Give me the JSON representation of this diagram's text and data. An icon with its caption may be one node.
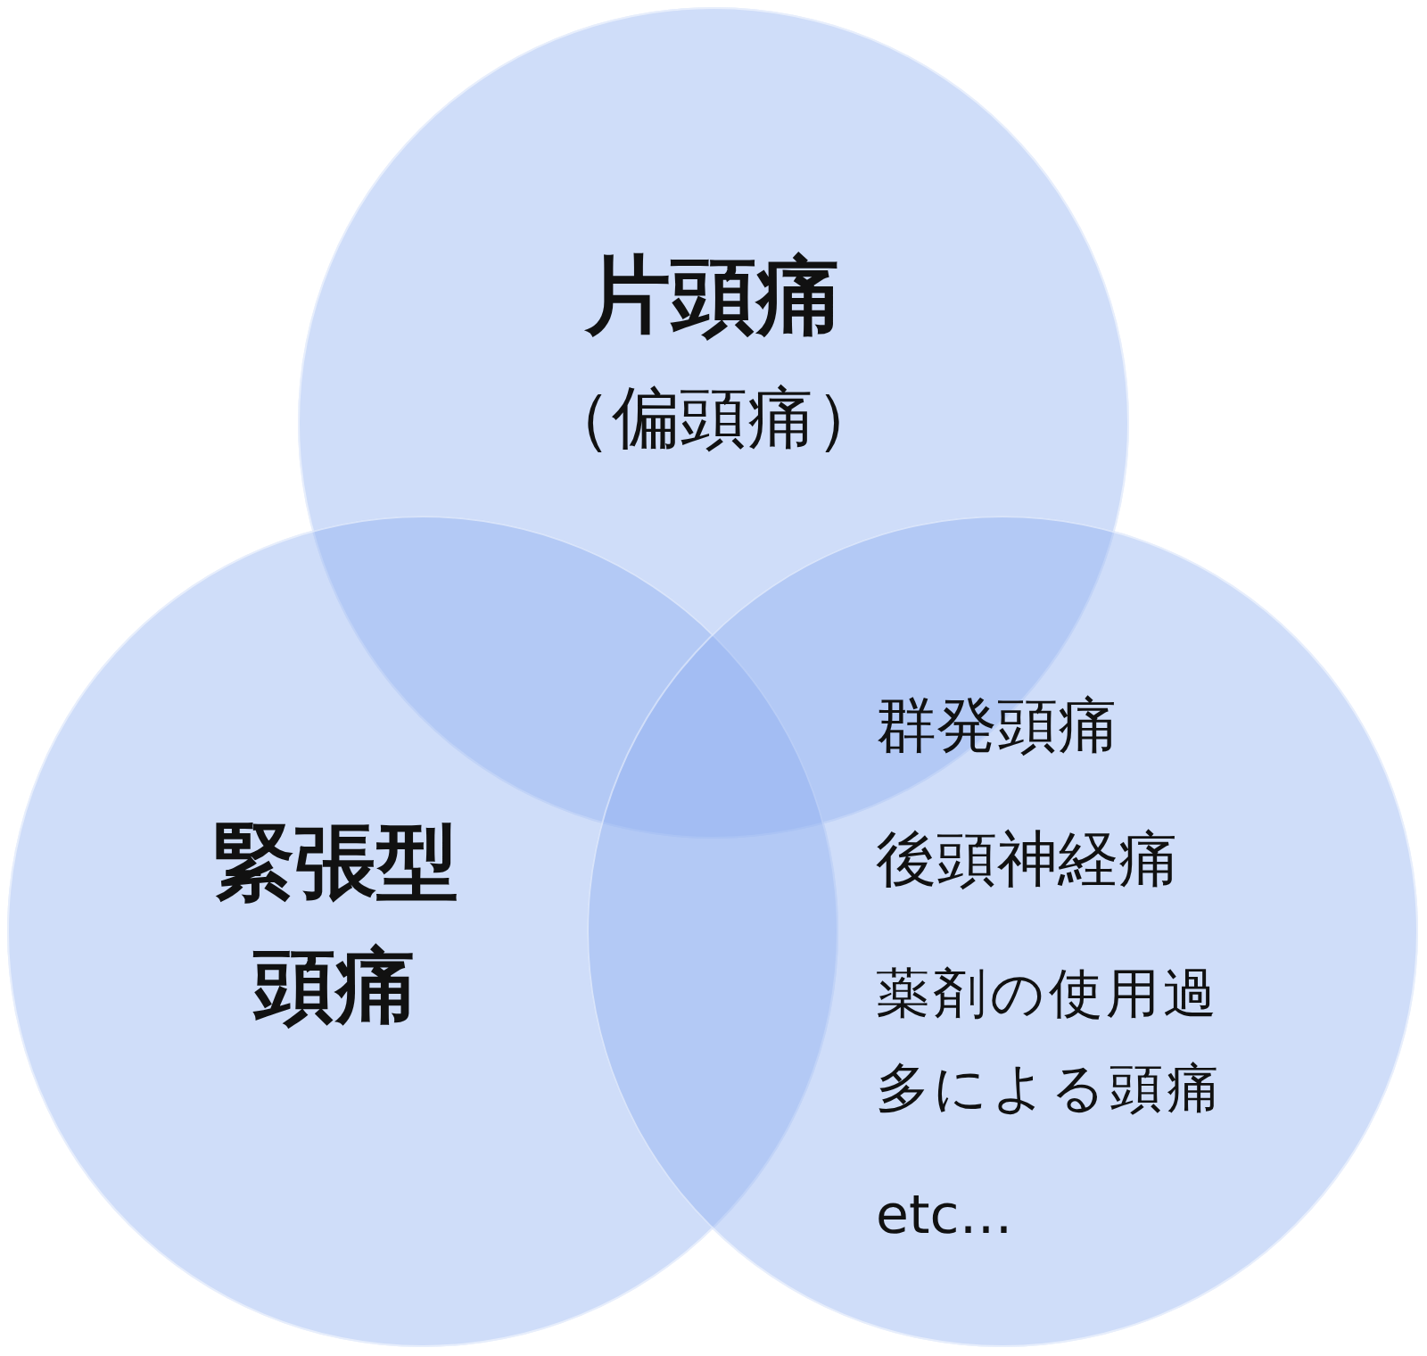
{
  "diagram": {
    "nodes": [
      {
        "text": [
          "片頭痛",
          "（偏頭痛）"
        ]
      },
      {
        "text": [
          "緊張型頭痛"
        ]
      },
      {
        "text": [
          "群発頭痛",
          "後頭神経痛",
          "薬剤の使用過多による頭痛",
          "etc…"
        ]
      }
    ],
    "edges": []
  }
}
